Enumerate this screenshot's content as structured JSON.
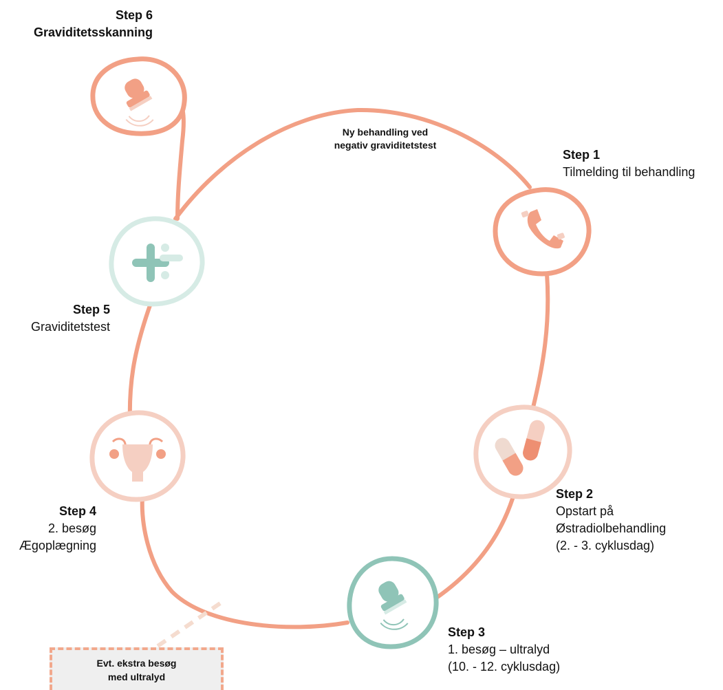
{
  "colors": {
    "salmon": "#f2a085",
    "salmon_dark": "#ee8f72",
    "pink_light": "#f5cfc2",
    "teal": "#8fc4b7",
    "teal_light": "#d6ebe5",
    "box_bg": "#efefef"
  },
  "loop_note": {
    "line1": "Ny behandling ved",
    "line2": "negativ graviditetstest"
  },
  "steps": {
    "step1": {
      "title": "Step 1",
      "lines": [
        "Tilmelding til behandling"
      ],
      "icon": "phone-icon"
    },
    "step2": {
      "title": "Step 2",
      "lines": [
        "Opstart på",
        "Østradiolbehandling",
        "(2. - 3. cyklusdag)"
      ],
      "icon": "pills-icon"
    },
    "step3": {
      "title": "Step 3",
      "lines": [
        "1. besøg – ultralyd",
        "(10. - 12. cyklusdag)"
      ],
      "icon": "ultrasound-probe-icon"
    },
    "step4": {
      "title": "Step 4",
      "lines": [
        "2. besøg",
        "Ægoplægning"
      ],
      "icon": "uterus-icon"
    },
    "step5": {
      "title": "Step  5",
      "lines": [
        "Graviditetstest"
      ],
      "icon": "plus-minus-test-icon"
    },
    "step6": {
      "title": "Step 6",
      "lines": [
        "Graviditetsskanning"
      ],
      "icon": "ultrasound-probe-icon"
    }
  },
  "extra_visit": {
    "line1": "Evt. ekstra besøg",
    "line2": "med ultralyd"
  }
}
